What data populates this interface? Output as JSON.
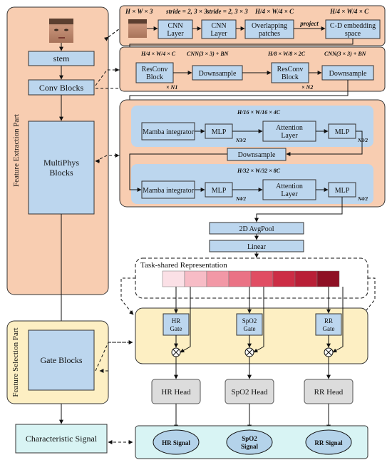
{
  "left_panel": {
    "feature_extraction_title": "Feature Extraction Part",
    "feature_selection_title": "Feature Selection Part",
    "stem": "stem",
    "conv_blocks": "Conv Blocks",
    "multiphys": [
      "MultiPhys",
      "Blocks"
    ],
    "gate_blocks": "Gate Blocks",
    "characteristic_signal": "Characteristic Signal"
  },
  "stem_row": {
    "input_dim": "H × W × 3",
    "stride_a": "stride = 2, 3 × 3",
    "stride_b": "stride = 2, 3 × 3",
    "cnn1": [
      "CNN",
      "Layer"
    ],
    "cnn2": [
      "CNN",
      "Layer"
    ],
    "overlapping": [
      "Overlapping",
      "patches"
    ],
    "patch_dim": "H/4 × W/4 × C",
    "project": "project",
    "embed_dim": "H/4 × W/4 × C",
    "embed": [
      "C-D embedding",
      "space"
    ]
  },
  "conv_row": {
    "dim1": "H/4 × W/4 × C",
    "cnn_label1": "CNN(3 × 3) + BN",
    "dim2": "H/8 × W/8 × 2C",
    "cnn_label2": "CNN(3 × 3) + BN",
    "resconv1": [
      "ResConv",
      "Block"
    ],
    "downsample1": "Downsample",
    "resconv2": [
      "ResConv",
      "Block"
    ],
    "downsample2": "Downsample",
    "n1": "× N1",
    "n2": "× N2"
  },
  "multiphys_section": {
    "dim_top": "H/16 × W/16 × 4C",
    "dim_bottom": "H/32 × W/32 × 8C",
    "mamba1": "Mamba integrator",
    "mlp1": "MLP",
    "attn1": [
      "Attention",
      "Layer"
    ],
    "mlp2": "MLP",
    "downsample": "Downsample",
    "mamba2": "Mamba integrator",
    "mlp3": "MLP",
    "attn2": [
      "Attention",
      "Layer"
    ],
    "mlp4": "MLP",
    "n3": "N3/2",
    "n3b": "N3/2",
    "n4": "N4/2",
    "n4b": "N4/2"
  },
  "pool": "2D AvgPool",
  "linear": "Linear",
  "task_shared": {
    "title": "Task-shared Representation",
    "swatches": [
      "#fbe0e6",
      "#f7bcc6",
      "#f298a6",
      "#ea7285",
      "#e04d63",
      "#cc2d45",
      "#b91f37",
      "#8e1024"
    ]
  },
  "gates": [
    {
      "label": [
        "HR",
        "Gate"
      ]
    },
    {
      "label": [
        "SpO2",
        "Gate"
      ]
    },
    {
      "label": [
        "RR",
        "Gate"
      ]
    }
  ],
  "heads": [
    "HR Head",
    "SpO2 Head",
    "RR Head"
  ],
  "signals": [
    [
      "HR Signal"
    ],
    [
      "SpO2",
      "Signal"
    ],
    [
      "RR Signal"
    ]
  ],
  "colors": {
    "peach": "#f8cdb1",
    "blue": "#bcd6ee",
    "yellow": "#fdefc3",
    "cyan": "#d8f4f4",
    "ellipse": "#b4d3ea",
    "head": "#dcdcdc"
  }
}
